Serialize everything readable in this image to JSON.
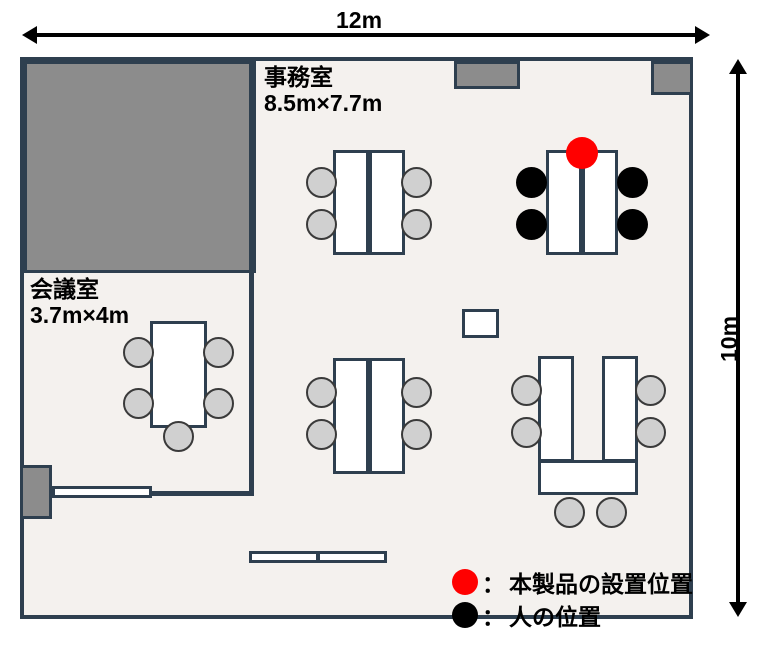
{
  "diagram": {
    "title": "office-floor-plan",
    "dimensions": {
      "width_label": "12m",
      "height_label": "10m"
    },
    "rooms": [
      {
        "id": "office",
        "name": "事務室",
        "size": "8.5m×7.7m"
      },
      {
        "id": "meeting",
        "name": "会議室",
        "size": "3.7m×4m"
      }
    ],
    "legend": [
      {
        "marker": "red-dot",
        "color": "#ff0000",
        "separator": "：",
        "label": "本製品の設置位置"
      },
      {
        "marker": "black-dot",
        "color": "#000000",
        "separator": "：",
        "label": "人の位置"
      }
    ],
    "colors": {
      "wall": "#2e3f4f",
      "floor": "#f4f1ee",
      "shaded_area": "#8c8c8c",
      "chair": "#d0d0d0",
      "person": "#000000",
      "product": "#ff0000",
      "desk": "#ffffff"
    },
    "counts": {
      "chairs": 19,
      "people": 4,
      "products": 1,
      "desk_clusters": 4
    }
  }
}
